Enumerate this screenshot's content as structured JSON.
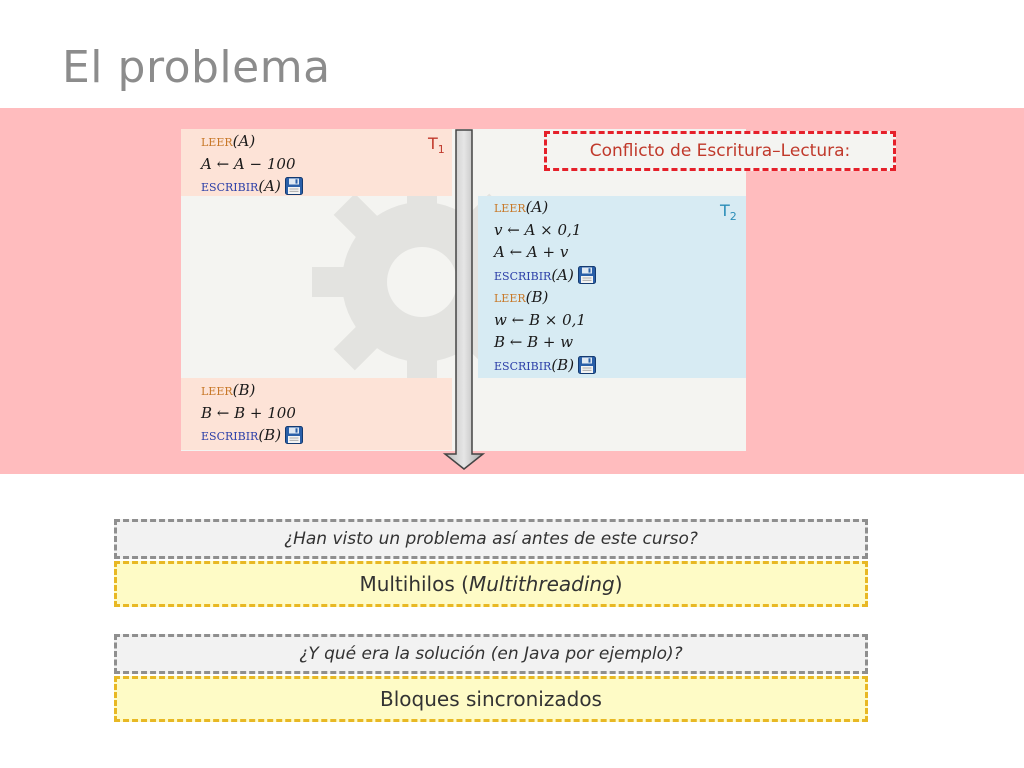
{
  "title": "El problema",
  "t1_label": "T",
  "t1_sub": "1",
  "t2_label": "T",
  "t2_sub": "2",
  "conflict": "Conflicto de Escritura–Lectura:",
  "t1_block_a": [
    {
      "kw": "leer",
      "rest": "(A)"
    },
    {
      "kw": "",
      "rest": "A ← A − 100"
    },
    {
      "kw": "escribir",
      "rest": "(A)"
    }
  ],
  "t2_block": [
    {
      "kw": "leer",
      "rest": "(A)"
    },
    {
      "kw": "",
      "rest": "v ← A × 0,1"
    },
    {
      "kw": "",
      "rest": "A ← A + v"
    },
    {
      "kw": "escribir",
      "rest": "(A)"
    },
    {
      "kw": "leer",
      "rest": "(B)"
    },
    {
      "kw": "",
      "rest": "w ← B × 0,1"
    },
    {
      "kw": "",
      "rest": "B ← B + w"
    },
    {
      "kw": "escribir",
      "rest": "(B)"
    }
  ],
  "t1_block_b": [
    {
      "kw": "leer",
      "rest": "(B)"
    },
    {
      "kw": "",
      "rest": "B ← B + 100"
    },
    {
      "kw": "escribir",
      "rest": "(B)"
    }
  ],
  "question1": "¿Han visto un problema así antes de este curso?",
  "answer1_prefix": "Multihilos (",
  "answer1_italic": "Multithreading",
  "answer1_suffix": ")",
  "question2": "¿Y qué era la solución (en Java por ejemplo)?",
  "answer2": "Bloques sincronizados",
  "icons": {
    "save": "floppy-disk-icon",
    "watermark": "gear-icon",
    "timeline": "down-arrow-icon"
  },
  "colors": {
    "band": "#ffbcbe",
    "t1": "#fde3d7",
    "t2": "#d7ebf3",
    "conflict_border": "#e5202a",
    "answer_border": "#e8b824"
  }
}
